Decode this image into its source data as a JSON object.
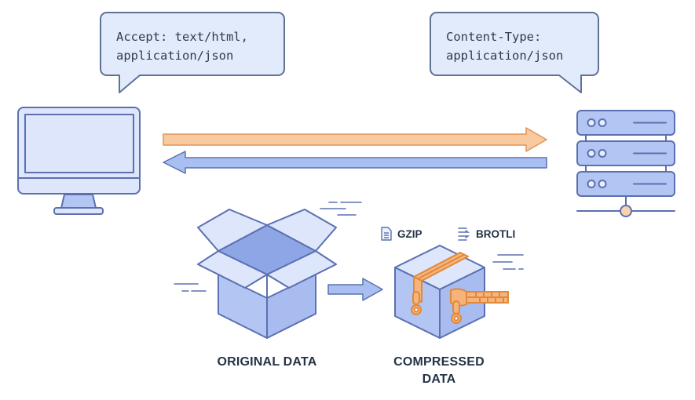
{
  "request_bubble": {
    "line1": "Accept: text/html,",
    "line2": "application/json"
  },
  "response_bubble": {
    "line1": "Content-Type:",
    "line2": "application/json"
  },
  "client": {
    "icon": "desktop-monitor-icon"
  },
  "server": {
    "icon": "server-rack-icon",
    "units": 3
  },
  "arrows": {
    "request": {
      "direction": "client-to-server",
      "color": "#f9c9a0"
    },
    "response": {
      "direction": "server-to-client",
      "color": "#a9bff2"
    }
  },
  "compression": {
    "algorithms": [
      {
        "label": "GZIP",
        "icon": "document-icon"
      },
      {
        "label": "BROTLI",
        "icon": "stream-lines-icon"
      }
    ]
  },
  "labels": {
    "original": "ORIGINAL DATA",
    "compressed_line1": "COMPRESSED",
    "compressed_line2": "DATA"
  },
  "colors": {
    "outline": "#5b70b0",
    "fill_light": "#dde6fb",
    "fill_mid": "#b3c5f2",
    "fill_dark": "#8fa6e6",
    "accent_orange": "#f6b47c",
    "accent_orange_stroke": "#e0893a",
    "text_dark": "#253247"
  }
}
